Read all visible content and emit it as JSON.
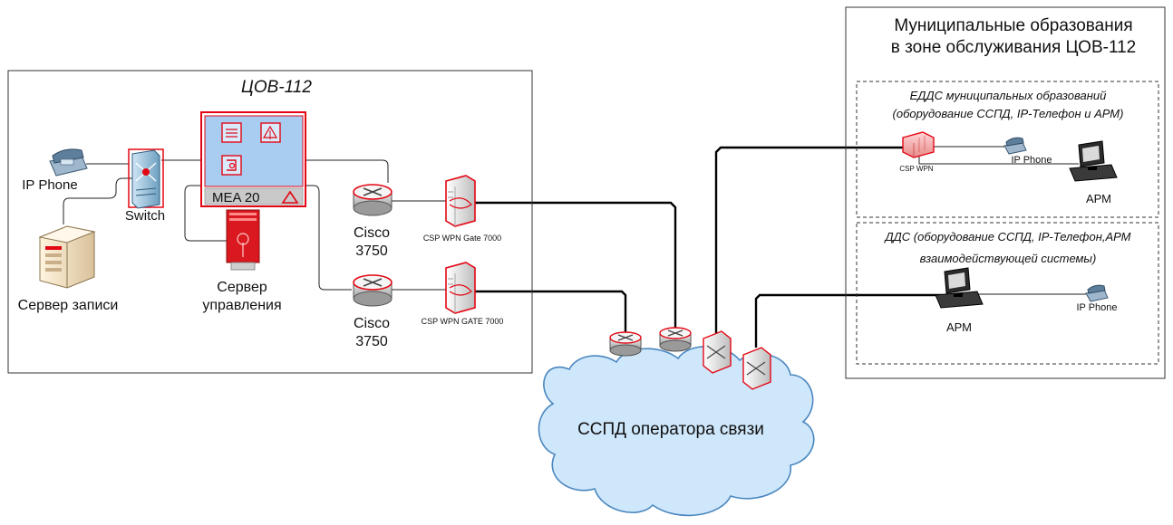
{
  "tsov_box": {
    "title": "ЦОВ-112"
  },
  "devices": {
    "ip_phone_left": "IP Phone",
    "switch": "Switch",
    "record_server": "Сервер записи",
    "mgmt_server_line1": "Сервер",
    "mgmt_server_line2": "управления",
    "mea": "MEA 20",
    "cisco1_line1": "Cisco",
    "cisco1_line2": "3750",
    "cisco2_line1": "Cisco",
    "cisco2_line2": "3750",
    "gate1": "CSP WPN Gate 7000",
    "gate2": "CSP WPN GATE 7000"
  },
  "municipal_box": {
    "title_line1": "Муниципальные образования",
    "title_line2": "в зоне обслуживания ЦОВ-112"
  },
  "edds_box": {
    "title_line1": "ЕДДС муниципальных образований",
    "title_line2": "(оборудование ССПД, IP-Телефон и АРМ)",
    "csp_label": "CSP WPN",
    "phone_label": "IP Phone",
    "arm_label": "АРМ"
  },
  "dds_box": {
    "title_line1": "ДДС (оборудование ССПД, IP-Телефон,АРМ",
    "title_line2": "взаимодействующей системы)",
    "arm_label": "АРМ",
    "phone_label": "IP Phone"
  },
  "cloud": {
    "label": "ССПД оператора связи"
  },
  "colors": {
    "accent_red": "#e30613",
    "mea_panel": "#a9cdf0",
    "cloud_fill": "#cfe7fb",
    "cloud_stroke": "#4a87bf"
  }
}
